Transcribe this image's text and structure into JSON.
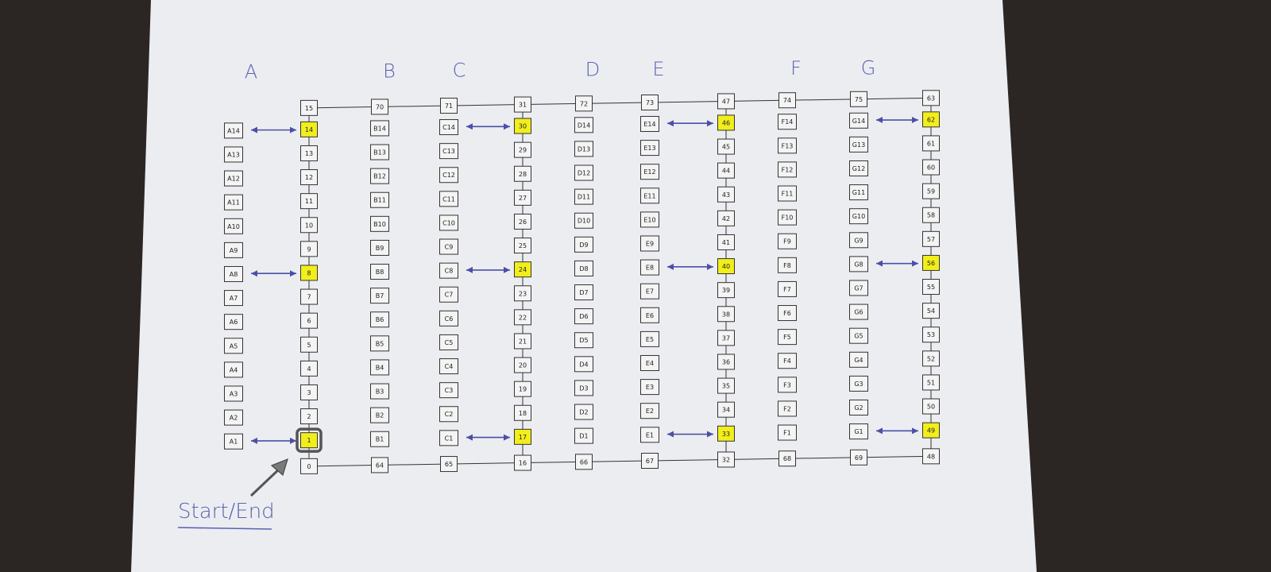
{
  "columns": {
    "letters": [
      "A",
      "B",
      "C",
      "D",
      "E",
      "F",
      "G"
    ]
  },
  "colors": {
    "background": "#2b2624",
    "paper": "#ecedf1",
    "box_fill": "#f4f4f4",
    "box_stroke": "#333333",
    "highlight": "#f2ee1c",
    "arrow": "#4b4fa6",
    "label_ink": "#5a62b0",
    "line": "#333333"
  },
  "top_row": {
    "label_texts": [
      "15",
      "70",
      "71",
      "31",
      "72",
      "73",
      "47",
      "74",
      "75",
      "63"
    ]
  },
  "bottom_row": {
    "label_texts": [
      "0",
      "64",
      "65",
      "16",
      "66",
      "67",
      "32",
      "68",
      "69",
      "48"
    ]
  },
  "bin_columns": [
    {
      "name": "A",
      "labels": [
        "A14",
        "A13",
        "A12",
        "A11",
        "A10",
        "A9",
        "A8",
        "A7",
        "A6",
        "A5",
        "A4",
        "A3",
        "A2",
        "A1"
      ]
    },
    {
      "name": "B",
      "labels": [
        "B14",
        "B13",
        "B12",
        "B11",
        "B10",
        "B9",
        "B8",
        "B7",
        "B6",
        "B5",
        "B4",
        "B3",
        "B2",
        "B1"
      ]
    },
    {
      "name": "C",
      "labels": [
        "C14",
        "C13",
        "C12",
        "C11",
        "C10",
        "C9",
        "C8",
        "C7",
        "C6",
        "C5",
        "C4",
        "C3",
        "C2",
        "C1"
      ]
    },
    {
      "name": "D",
      "labels": [
        "D14",
        "D13",
        "D12",
        "D11",
        "D10",
        "D9",
        "D8",
        "D7",
        "D6",
        "D5",
        "D4",
        "D3",
        "D2",
        "D1"
      ]
    },
    {
      "name": "E",
      "labels": [
        "E14",
        "E13",
        "E12",
        "E11",
        "E10",
        "E9",
        "E8",
        "E7",
        "E6",
        "E5",
        "E4",
        "E3",
        "E2",
        "E1"
      ]
    },
    {
      "name": "F",
      "labels": [
        "F14",
        "F13",
        "F12",
        "F11",
        "F10",
        "F9",
        "F8",
        "F7",
        "F6",
        "F5",
        "F4",
        "F3",
        "F2",
        "F1"
      ]
    },
    {
      "name": "G",
      "labels": [
        "G14",
        "G13",
        "G12",
        "G11",
        "G10",
        "G9",
        "G8",
        "G7",
        "G6",
        "G5",
        "G4",
        "G3",
        "G2",
        "G1"
      ]
    }
  ],
  "aisles": [
    {
      "name": "aisle-1",
      "labels": [
        "14",
        "13",
        "12",
        "11",
        "10",
        "9",
        "8",
        "7",
        "6",
        "5",
        "4",
        "3",
        "2",
        "1"
      ],
      "highlighted": [
        "14",
        "8",
        "1"
      ]
    },
    {
      "name": "aisle-2",
      "labels": [
        "30",
        "29",
        "28",
        "27",
        "26",
        "25",
        "24",
        "23",
        "22",
        "21",
        "20",
        "19",
        "18",
        "17"
      ],
      "highlighted": [
        "30",
        "24",
        "17"
      ]
    },
    {
      "name": "aisle-3",
      "labels": [
        "46",
        "45",
        "44",
        "43",
        "42",
        "41",
        "40",
        "39",
        "38",
        "37",
        "36",
        "35",
        "34",
        "33"
      ],
      "highlighted": [
        "46",
        "40",
        "33"
      ]
    },
    {
      "name": "aisle-4",
      "labels": [
        "62",
        "61",
        "60",
        "59",
        "58",
        "57",
        "56",
        "55",
        "54",
        "53",
        "52",
        "51",
        "50",
        "49"
      ],
      "highlighted": [
        "62",
        "56",
        "49"
      ]
    }
  ],
  "annotation": {
    "text": "Start/End"
  }
}
